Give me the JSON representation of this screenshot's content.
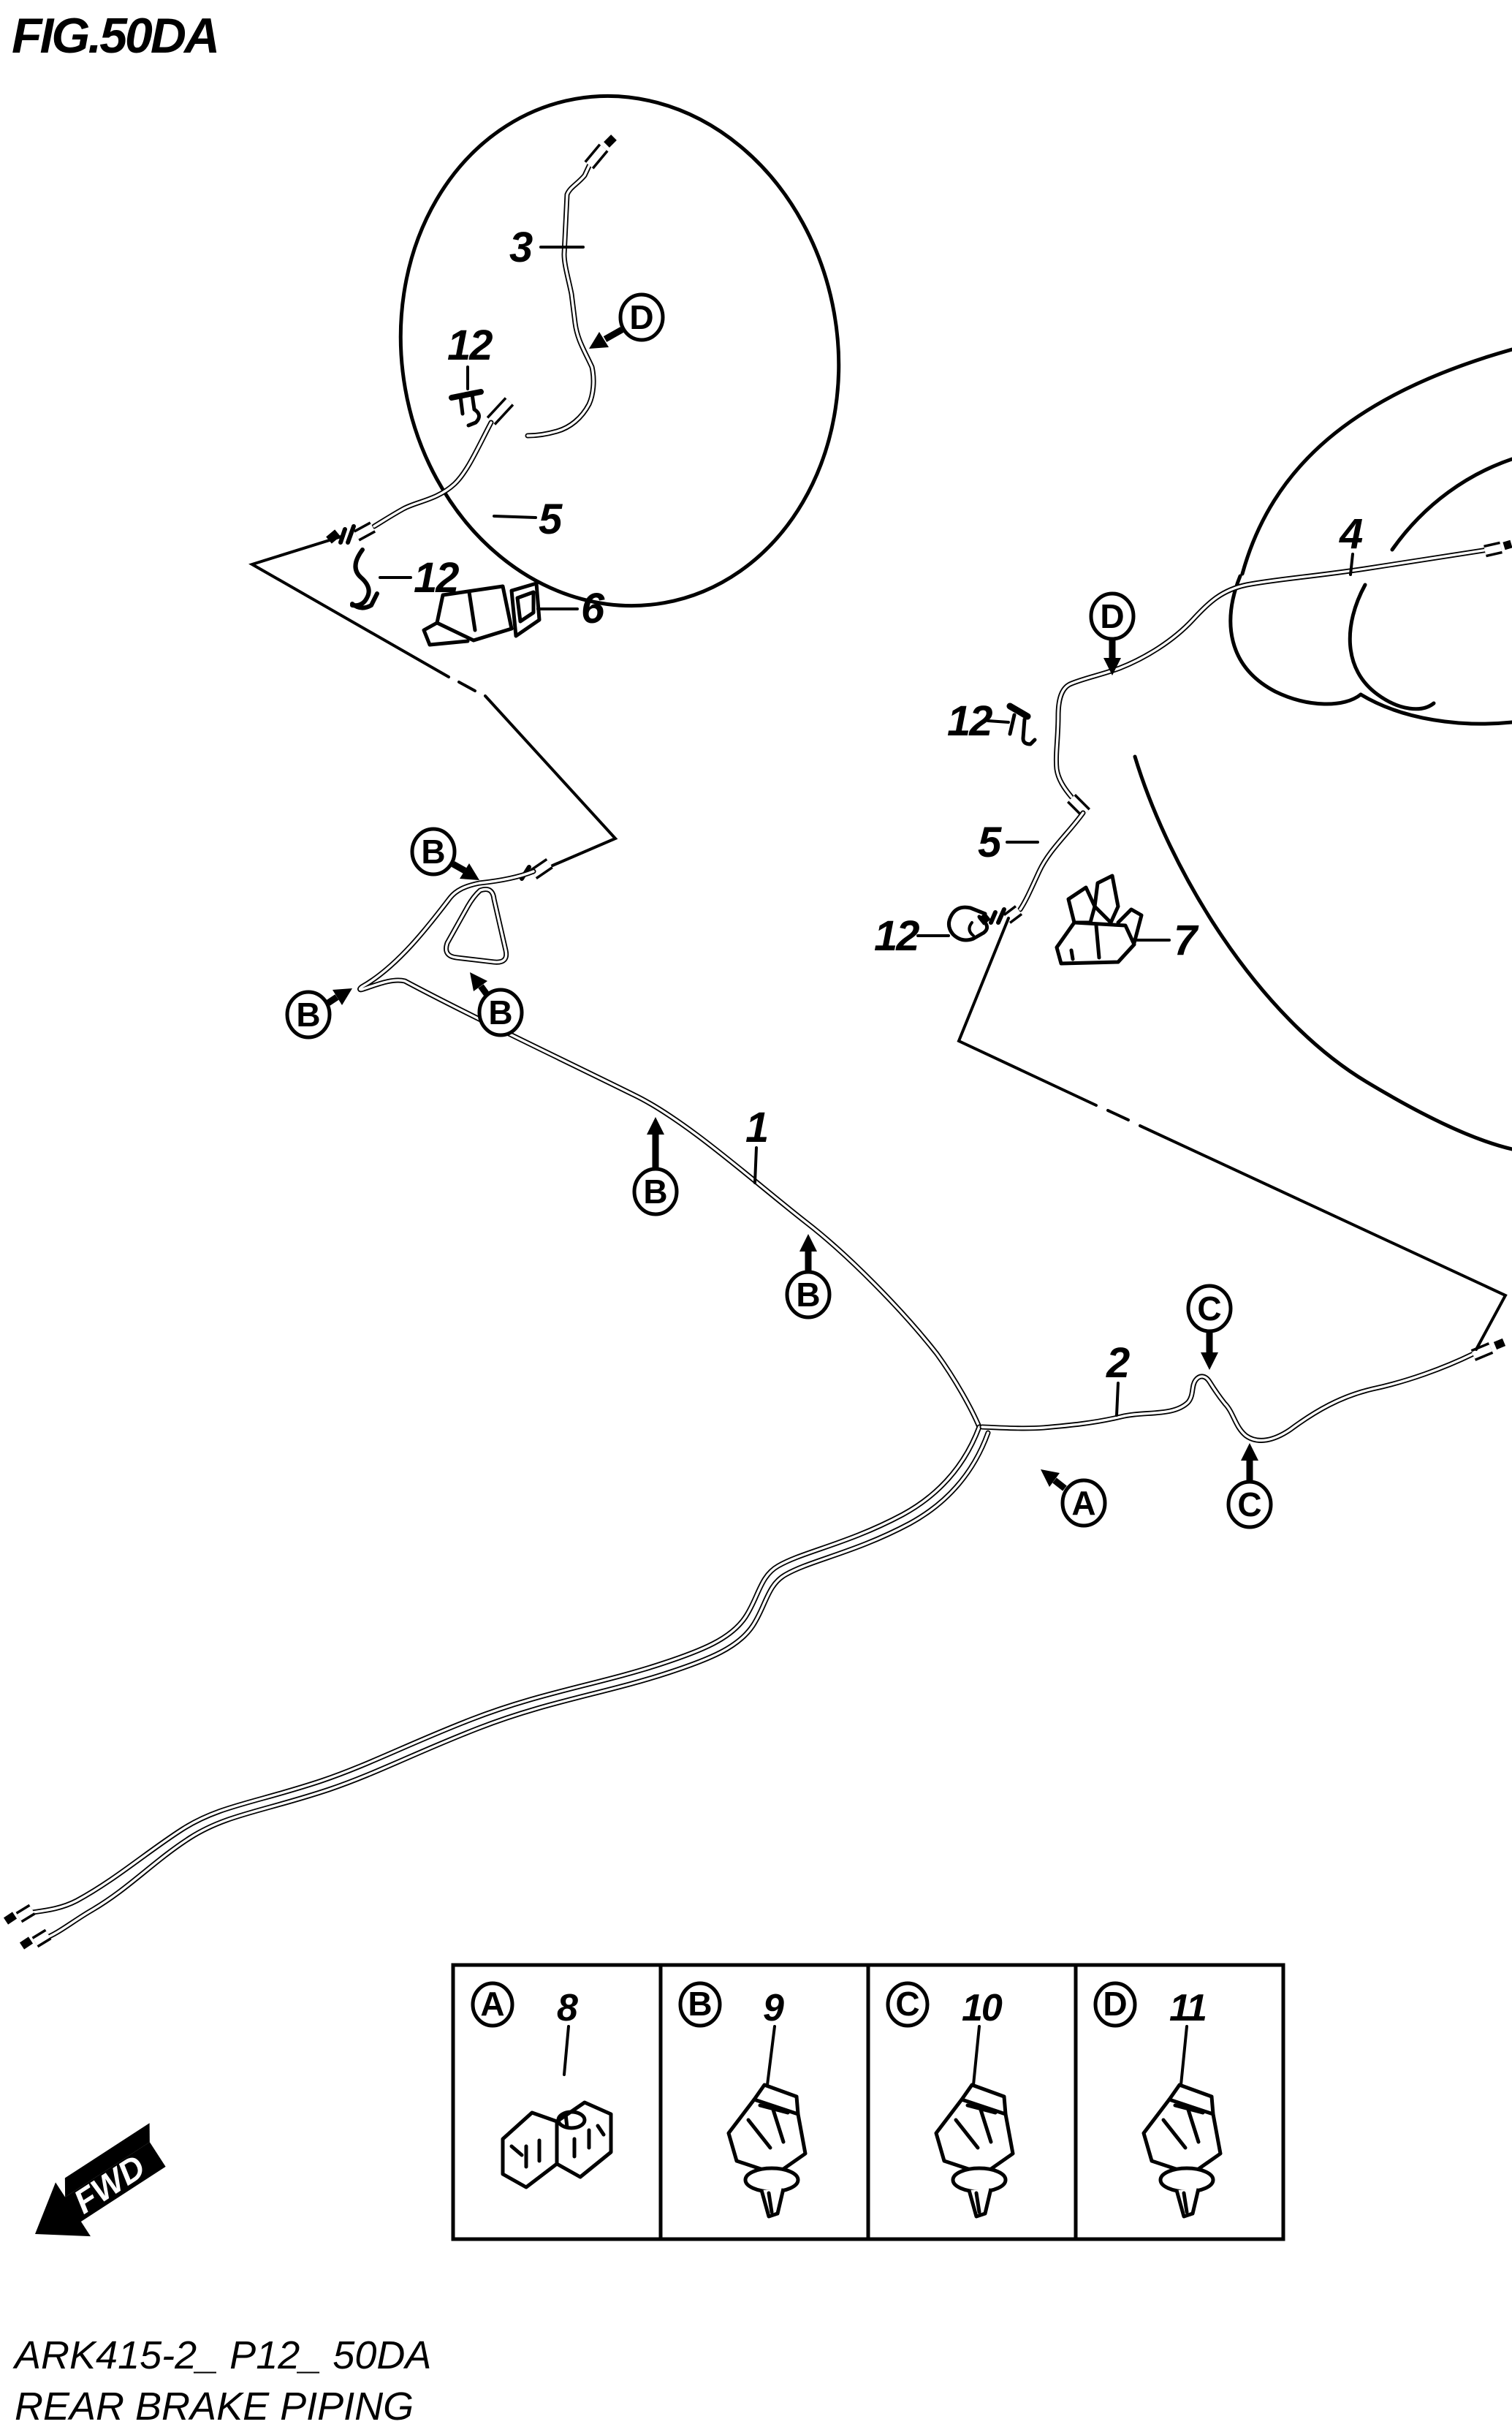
{
  "title": "FIG.50DA",
  "footer": {
    "code": "ARK415-2_ P12_ 50DA",
    "name": "REAR BRAKE PIPING"
  },
  "fwd_label": "FWD",
  "colors": {
    "ink": "#000000",
    "paper": "#ffffff"
  },
  "callouts": {
    "p1": "1",
    "p2": "2",
    "p3": "3",
    "p4": "4",
    "p5": "5",
    "p6": "6",
    "p7": "7",
    "p8": "8",
    "p9": "9",
    "p10": "10",
    "p11": "11",
    "p12": "12"
  },
  "letters": {
    "A": "A",
    "B": "B",
    "C": "C",
    "D": "D"
  },
  "legend": {
    "cells": [
      {
        "letter": "A",
        "part": "8"
      },
      {
        "letter": "B",
        "part": "9"
      },
      {
        "letter": "C",
        "part": "10"
      },
      {
        "letter": "D",
        "part": "11"
      }
    ]
  }
}
